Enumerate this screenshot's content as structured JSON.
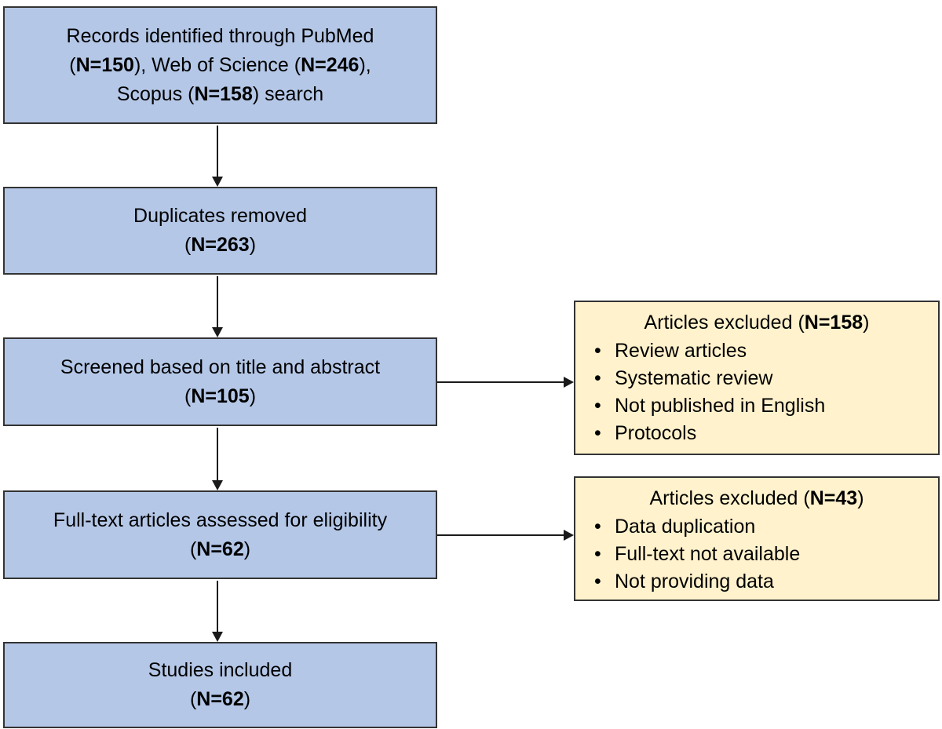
{
  "diagram": {
    "type": "prisma-flow",
    "bullet_marker": "•",
    "colors": {
      "process_fill": "#b4c7e7",
      "exclusion_fill": "#fff2cc",
      "border": "#333333",
      "arrow": "#1a1a1a",
      "text": "#000000"
    },
    "boxes": {
      "identification": {
        "line1": "Records identified through PubMed",
        "line2": {
          "pre": "(",
          "n1": "N=150",
          "mid": "), Web of Science (",
          "n2": "N=246",
          "post": "),"
        },
        "line3": {
          "pre": "Scopus (",
          "n": "N=158",
          "post": ") search"
        }
      },
      "duplicates": {
        "line1": "Duplicates removed",
        "line2": {
          "pre": "(",
          "n": "N=263",
          "post": ")"
        }
      },
      "screening": {
        "line1": "Screened based on title and abstract",
        "line2": {
          "pre": "(",
          "n": "N=105",
          "post": ")"
        }
      },
      "eligibility": {
        "line1": "Full-text articles assessed for eligibility",
        "line2": {
          "pre": "(",
          "n": "N=62",
          "post": ")"
        }
      },
      "included": {
        "line1": "Studies included",
        "line2": {
          "pre": "(",
          "n": "N=62",
          "post": ")"
        }
      },
      "excluded_screening": {
        "heading": {
          "pre": "Articles excluded (",
          "n": "N=158",
          "post": ")"
        },
        "bullets": [
          "Review articles",
          "Systematic review",
          "Not published in English",
          "Protocols"
        ]
      },
      "excluded_eligibility": {
        "heading": {
          "pre": "Articles excluded (",
          "n": "N=43",
          "post": ")"
        },
        "bullets": [
          "Data duplication",
          "Full-text not available",
          "Not providing data"
        ]
      }
    }
  }
}
